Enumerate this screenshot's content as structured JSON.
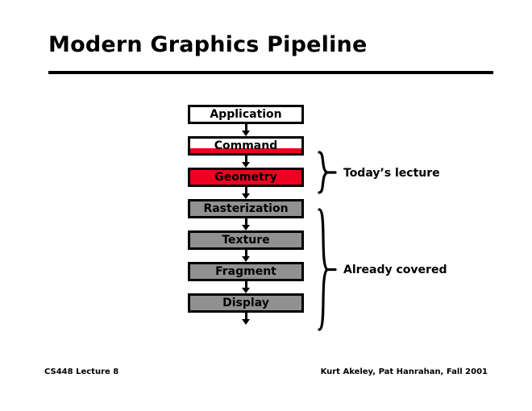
{
  "slide": {
    "title": "Modern Graphics Pipeline",
    "background_color": "#ffffff",
    "accent_red": "#f00020",
    "stage_gray": "#919191",
    "outline_color": "#000000"
  },
  "pipeline": {
    "stages": [
      {
        "label": "Application",
        "fill": "white",
        "has_red_band": false
      },
      {
        "label": "Command",
        "fill": "white",
        "has_red_band": true
      },
      {
        "label": "Geometry",
        "fill": "red",
        "has_red_band": false
      },
      {
        "label": "Rasterization",
        "fill": "gray",
        "has_red_band": false
      },
      {
        "label": "Texture",
        "fill": "gray",
        "has_red_band": false
      },
      {
        "label": "Fragment",
        "fill": "gray",
        "has_red_band": false
      },
      {
        "label": "Display",
        "fill": "gray",
        "has_red_band": false
      }
    ]
  },
  "annotations": [
    {
      "label": "Today’s lecture",
      "covers": [
        "Command",
        "Geometry"
      ]
    },
    {
      "label": "Already covered",
      "covers": [
        "Rasterization",
        "Texture",
        "Fragment",
        "Display"
      ]
    }
  ],
  "footer": {
    "left": "CS448 Lecture 8",
    "right": "Kurt Akeley, Pat Hanrahan, Fall 2001"
  }
}
